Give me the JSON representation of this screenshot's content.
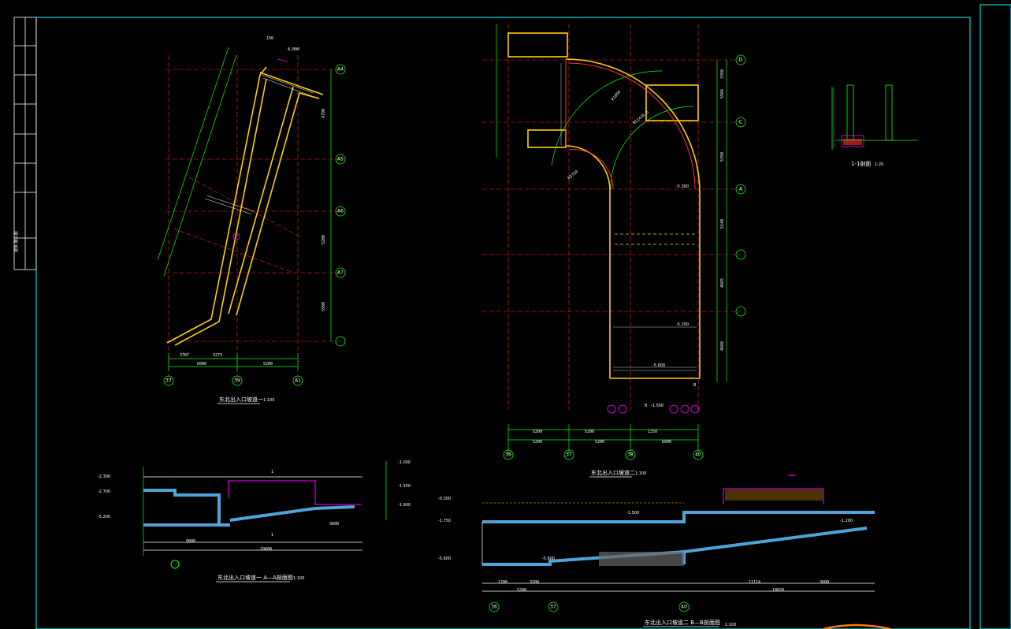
{
  "colors": {
    "background": "#000000",
    "frame": "#00ffff",
    "grid": "#ff2020",
    "dimension": "#00ff00",
    "wall": "#ffd000",
    "concrete": "#4fa3d8",
    "magenta": "#ff00ff",
    "white": "#ffffff"
  },
  "title_block": {
    "side_text": "建筑\n施工图"
  },
  "plan_one": {
    "title": "东北出入口坡道一",
    "scale": "1:100",
    "grid_bottom": [
      "37",
      "39",
      "A1"
    ],
    "grid_right": [
      "A4",
      "A5",
      "A6",
      "A7"
    ],
    "dims_bottom": [
      "3787",
      "3273",
      "6000",
      "5200"
    ],
    "dims_right": [
      "4790",
      "5200",
      "5990"
    ],
    "dims_top": [
      "4,000",
      "150"
    ]
  },
  "plan_two": {
    "title": "东北出入口坡道二",
    "scale": "1:100",
    "grid_bottom": [
      "36",
      "37",
      "38",
      "40"
    ],
    "grid_right": [
      "D",
      "C",
      "A"
    ],
    "dims_bottom": [
      "5200",
      "5200",
      "1250",
      "6000",
      "5200",
      "5200"
    ],
    "dims_right": [
      "3350",
      "5566",
      "5350",
      "5140",
      "4665",
      "4660"
    ],
    "radius_labels": [
      "R11416.5",
      "R1050",
      "R3750"
    ],
    "elevations": [
      "-5.600",
      "-5.300",
      "-5.200",
      "-1.500"
    ],
    "section_marks": [
      "B",
      "B"
    ]
  },
  "section_aa": {
    "title": "东北出入口坡道一  A—A剖面图",
    "scale": "1:100",
    "elevations": [
      "-2.300",
      "-2.700",
      "-5.200",
      "-1.000",
      "-1.550",
      "-1.900"
    ],
    "dims_bottom": [
      "9000",
      "10600",
      "3600"
    ],
    "marks": [
      "1",
      "1"
    ]
  },
  "section_bb": {
    "title": "东北出入口坡道二  B—B剖面图",
    "scale": "1:100",
    "elevations": [
      "-0.300",
      "-1.750",
      "-5.600",
      "-1.500",
      "-1.200",
      "-5.600"
    ],
    "dims_bottom": [
      "1700",
      "5200",
      "3200",
      "11114",
      "3600",
      "18020"
    ],
    "grid_bottom": [
      "36",
      "37",
      "40"
    ]
  },
  "detail_11": {
    "title": "1-1剖面",
    "scale": "1:20"
  }
}
